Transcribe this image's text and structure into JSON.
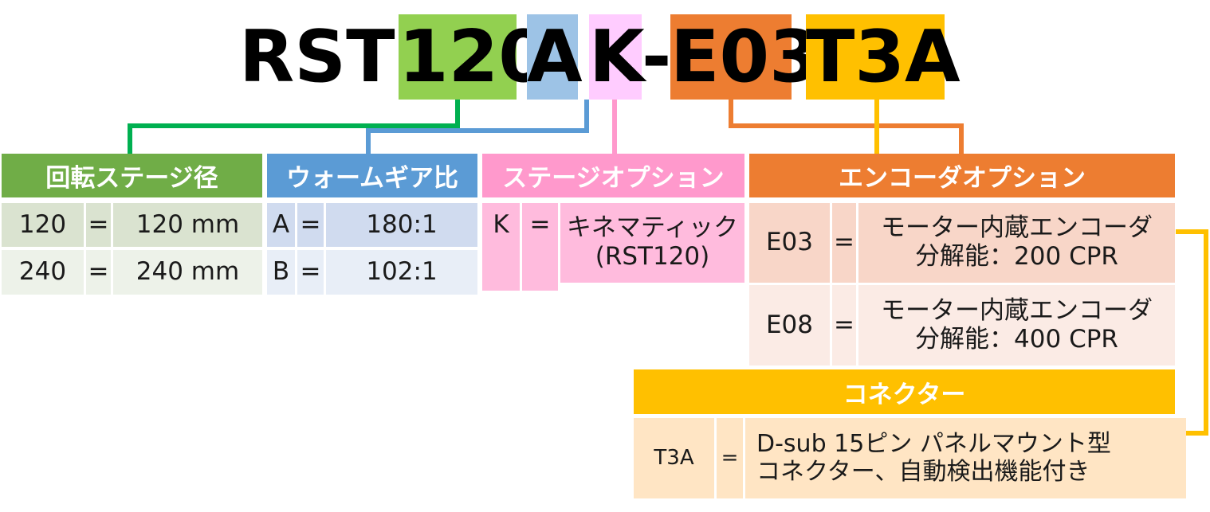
{
  "model_code": {
    "prefix": "RST",
    "size": "120",
    "gear": "A",
    "stage_opt": "K",
    "dash": "-",
    "encoder": "E03",
    "connector": "T3A"
  },
  "colors": {
    "green": "#70ad47",
    "green_light": "#92d050",
    "blue": "#5b9bd5",
    "blue_light": "#9dc3e6",
    "pink": "#ff99cc",
    "pink_light": "#ffccff",
    "orange": "#ed7d31",
    "gold": "#ffc000"
  },
  "stage_size": {
    "header": "回転ステージ径",
    "rows": [
      {
        "code": "120",
        "eq": "=",
        "value": "120 mm"
      },
      {
        "code": "240",
        "eq": "=",
        "value": "240 mm"
      }
    ]
  },
  "gear_ratio": {
    "header": "ウォームギア比",
    "rows": [
      {
        "code": "A",
        "eq": "=",
        "value": "180:1"
      },
      {
        "code": "B",
        "eq": "=",
        "value": "102:1"
      }
    ]
  },
  "stage_option": {
    "header": "ステージオプション",
    "rows": [
      {
        "code": "K",
        "eq": "=",
        "value_line1": "キネマティック",
        "value_line2": "(RST120)"
      }
    ]
  },
  "encoder_option": {
    "header": "エンコーダオプション",
    "rows": [
      {
        "code": "E03",
        "eq": "=",
        "value_line1": "モーター内蔵エンコーダ",
        "value_line2": "分解能：200 CPR"
      },
      {
        "code": "E08",
        "eq": "=",
        "value_line1": "モーター内蔵エンコーダ",
        "value_line2": "分解能：400 CPR"
      }
    ]
  },
  "connector": {
    "header": "コネクター",
    "rows": [
      {
        "code": "T3A",
        "eq": "=",
        "value_line1": "D-sub 15ピン パネルマウント型",
        "value_line2": "コネクター、自動検出機能付き"
      }
    ]
  }
}
